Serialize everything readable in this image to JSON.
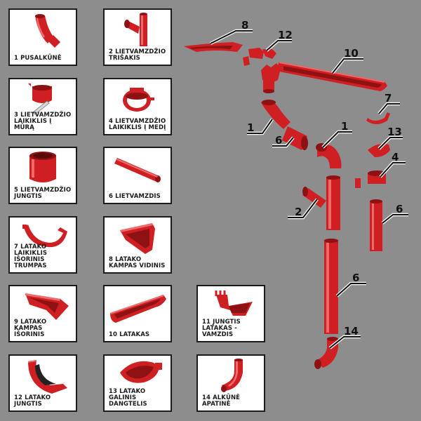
{
  "cards": [
    {
      "id": 1,
      "label": "1 PUSALKŪNĖ",
      "icon": "elbow-bend-icon"
    },
    {
      "id": 2,
      "label": "2 LIETVAMZDŽIO TRIŠAKIS",
      "icon": "tee-junction-icon"
    },
    {
      "id": 3,
      "label": "3 LIETVAMZDŽIO LAIKIKLIS Į MŪRĄ",
      "icon": "wall-pipe-bracket-icon"
    },
    {
      "id": 4,
      "label": "4 LIETVAMZDŽIO LAIKIKLIS Į MEDĮ",
      "icon": "wood-pipe-bracket-icon"
    },
    {
      "id": 5,
      "label": "5 LIETVAMZDŽIO JUNGTIS",
      "icon": "pipe-connector-icon"
    },
    {
      "id": 6,
      "label": "6 LIETVAMZDIS",
      "icon": "downpipe-icon"
    },
    {
      "id": 7,
      "label": "7 LATAKO LAIKIKLIS IŠORINIS TRUMPAS",
      "icon": "gutter-hanger-icon"
    },
    {
      "id": 8,
      "label": "8 LATAKO KAMPAS VIDINIS",
      "icon": "inner-gutter-corner-icon"
    },
    {
      "id": 9,
      "label": "9 LATAKO KAMPAS IŠORINIS",
      "icon": "outer-gutter-corner-icon"
    },
    {
      "id": 10,
      "label": "10 LATAKAS",
      "icon": "gutter-icon"
    },
    {
      "id": 11,
      "label": "11 JUNGTIS LATAKAS - VAMZDIS",
      "icon": "gutter-outlet-icon"
    },
    {
      "id": 12,
      "label": "12 LATAKO JUNGTIS",
      "icon": "gutter-joint-icon"
    },
    {
      "id": 13,
      "label": "13 LATAKO GALINIS DANGTELIS",
      "icon": "gutter-end-cap-icon"
    },
    {
      "id": 14,
      "label": "14 ALKŪNĖ APATINĖ",
      "icon": "bottom-elbow-icon"
    }
  ],
  "callouts": [
    "8",
    "12",
    "10",
    "7",
    "1",
    "1",
    "6",
    "13",
    "4",
    "2",
    "6",
    "6",
    "14"
  ],
  "colors": {
    "background": "#8d8d8d",
    "part_red": "#cf1f22",
    "card_bg": "#ffffff",
    "outline": "#1b1b1b"
  }
}
